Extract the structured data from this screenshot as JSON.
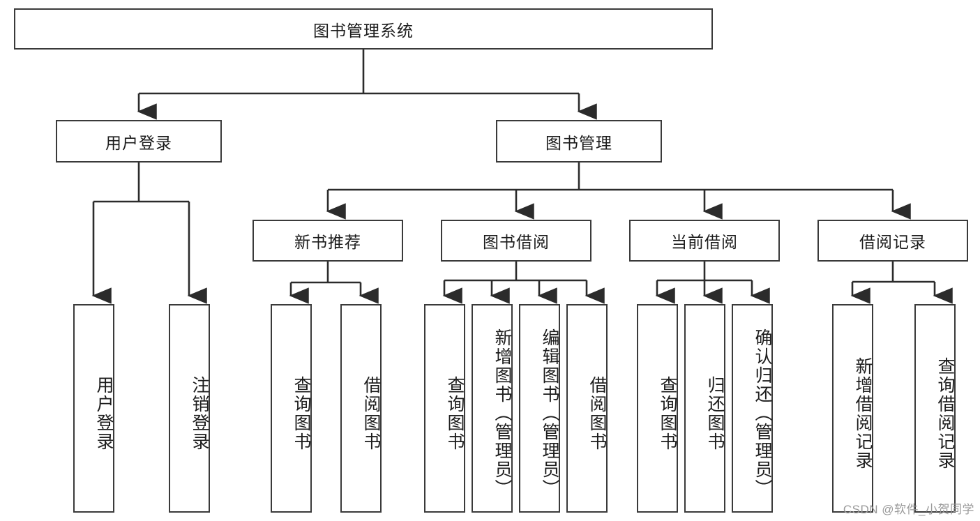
{
  "diagram": {
    "type": "tree-hierarchy",
    "title": "图书管理系统",
    "root": {
      "id": "root",
      "label": "图书管理系统"
    },
    "level2": [
      {
        "id": "user-login",
        "label": "用户登录"
      },
      {
        "id": "book-management",
        "label": "图书管理"
      }
    ],
    "level3": [
      {
        "id": "new-book-recommend",
        "label": "新书推荐",
        "parent": "book-management"
      },
      {
        "id": "book-borrow",
        "label": "图书借阅",
        "parent": "book-management"
      },
      {
        "id": "current-borrow",
        "label": "当前借阅",
        "parent": "book-management"
      },
      {
        "id": "borrow-record",
        "label": "借阅记录",
        "parent": "book-management"
      }
    ],
    "leaves": {
      "user_login": [
        {
          "id": "leaf-user-login",
          "label": "用户登录"
        },
        {
          "id": "leaf-logout",
          "label": "注销登录"
        }
      ],
      "new_book_recommend": [
        {
          "id": "leaf-query-book-1",
          "label": "查询图书"
        },
        {
          "id": "leaf-borrow-book-1",
          "label": "借阅图书"
        }
      ],
      "book_borrow": [
        {
          "id": "leaf-query-book-2",
          "label": "查询图书"
        },
        {
          "id": "leaf-add-book",
          "label": "新增图书（管理员）"
        },
        {
          "id": "leaf-edit-book",
          "label": "编辑图书（管理员）"
        },
        {
          "id": "leaf-borrow-book-2",
          "label": "借阅图书"
        }
      ],
      "current_borrow": [
        {
          "id": "leaf-query-book-3",
          "label": "查询图书"
        },
        {
          "id": "leaf-return-book",
          "label": "归还图书"
        },
        {
          "id": "leaf-confirm-return",
          "label": "确认归还（管理员）"
        }
      ],
      "borrow_record": [
        {
          "id": "leaf-add-record",
          "label": "新增借阅记录"
        },
        {
          "id": "leaf-query-record",
          "label": "查询借阅记录"
        }
      ]
    },
    "colors": {
      "border": "#3a3a3a",
      "edge": "#2b2b2b",
      "background": "#ffffff",
      "text": "#1c1c1c",
      "watermark": "#9a9a9a"
    }
  },
  "watermark": {
    "text": "CSDN @软件_小贺同学"
  }
}
